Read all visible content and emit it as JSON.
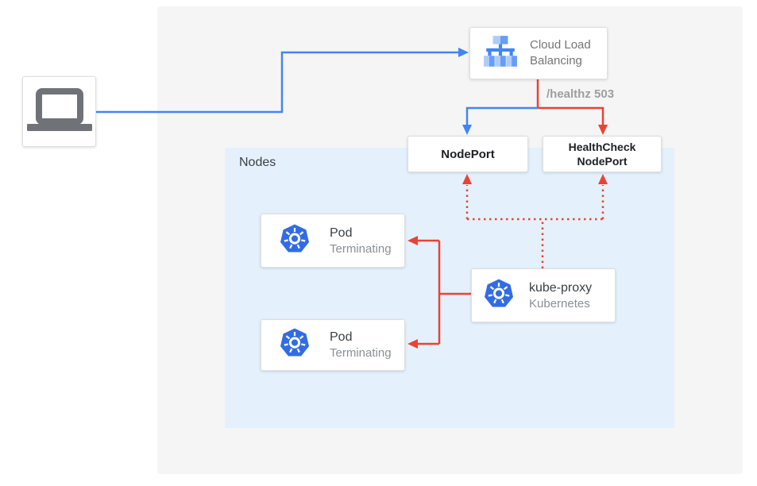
{
  "colors": {
    "blue": "#4285f4",
    "red": "#ea4335",
    "outer-bg": "#f5f5f5",
    "nodes-bg": "#e4f1fc",
    "card-border": "#dfdfdf",
    "text-dark": "#3c4043",
    "text-gray": "#757575",
    "text-light": "#8a8f94",
    "label-gray": "#9e9e9e",
    "icon-gray": "#6f7377",
    "k8s-blue": "#326ce5",
    "lb-light": "#aecbfa",
    "lb-mid": "#669df6",
    "lb-dark": "#4285f4"
  },
  "diagram": {
    "nodes_label": "Nodes",
    "healthz_label": "/healthz 503",
    "client": {
      "icon": "laptop-icon"
    },
    "cloud_lb": {
      "label": "Cloud Load Balancing",
      "icon": "cloud-load-balancing-icon"
    },
    "nodeport": {
      "label": "NodePort"
    },
    "healthcheck": {
      "line1": "HealthCheck",
      "line2": "NodePort"
    },
    "pod_top": {
      "title": "Pod",
      "subtitle": "Terminating",
      "icon": "kubernetes-icon"
    },
    "pod_bottom": {
      "title": "Pod",
      "subtitle": "Terminating",
      "icon": "kubernetes-icon"
    },
    "kube_proxy": {
      "title": "kube-proxy",
      "subtitle": "Kubernetes",
      "icon": "kubernetes-icon"
    }
  },
  "edges": [
    {
      "from": "client",
      "to": "cloud_lb",
      "color": "blue",
      "style": "solid"
    },
    {
      "from": "cloud_lb",
      "to": "nodeport",
      "color": "blue",
      "style": "solid"
    },
    {
      "from": "cloud_lb",
      "to": "healthcheck_nodeport",
      "color": "red",
      "style": "solid",
      "label": "/healthz 503"
    },
    {
      "from": "kube_proxy",
      "to": "pod_top",
      "color": "red",
      "style": "solid"
    },
    {
      "from": "kube_proxy",
      "to": "pod_bottom",
      "color": "red",
      "style": "solid"
    },
    {
      "from": "kube_proxy",
      "to": "nodeport",
      "color": "red",
      "style": "dotted"
    },
    {
      "from": "kube_proxy",
      "to": "healthcheck_nodeport",
      "color": "red",
      "style": "dotted"
    }
  ]
}
